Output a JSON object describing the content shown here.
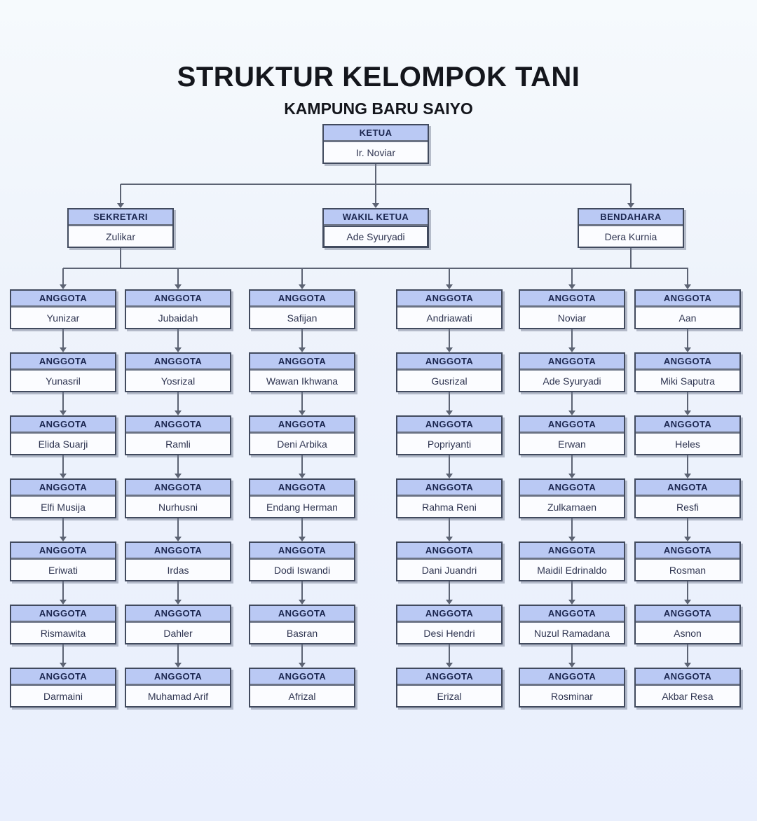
{
  "title": "STRUKTUR KELOMPOK TANI",
  "subtitle": "KAMPUNG BARU SAIYO",
  "colors": {
    "header_fill": "#bac9f4",
    "header_text": "#1c2750",
    "box_border": "#414a5e",
    "divider": "#6b7385",
    "body_fill": "#fbfcff",
    "connector": "#5c6373",
    "background_top": "#f6fafd",
    "background_bottom": "#e9effd"
  },
  "root": {
    "role": "KETUA",
    "name": "Ir. Noviar"
  },
  "level2": [
    {
      "role": "SEKRETARI",
      "name": "Zulikar"
    },
    {
      "role": "WAKIL  KETUA",
      "name": "Ade Syuryadi"
    },
    {
      "role": "BENDAHARA",
      "name": "Dera Kurnia"
    }
  ],
  "columns": [
    {
      "members": [
        {
          "role": "ANGGOTA",
          "name": "Yunizar"
        },
        {
          "role": "ANGGOTA",
          "name": "Yunasril"
        },
        {
          "role": "ANGGOTA",
          "name": "Elida Suarji"
        },
        {
          "role": "ANGGOTA",
          "name": "Elfi Musija"
        },
        {
          "role": "ANGGOTA",
          "name": "Eriwati"
        },
        {
          "role": "ANGGOTA",
          "name": "Rismawita"
        },
        {
          "role": "ANGGOTA",
          "name": "Darmaini"
        }
      ]
    },
    {
      "members": [
        {
          "role": "ANGGOTA",
          "name": "Jubaidah"
        },
        {
          "role": "ANGGOTA",
          "name": "Yosrizal"
        },
        {
          "role": "ANGGOTA",
          "name": "Ramli"
        },
        {
          "role": "ANGGOTA",
          "name": "Nurhusni"
        },
        {
          "role": "ANGGOTA",
          "name": "Irdas"
        },
        {
          "role": "ANGGOTA",
          "name": "Dahler"
        },
        {
          "role": "ANGGOTA",
          "name": "Muhamad Arif"
        }
      ]
    },
    {
      "members": [
        {
          "role": "ANGGOTA",
          "name": "Safijan"
        },
        {
          "role": "ANGGOTA",
          "name": "Wawan Ikhwana"
        },
        {
          "role": "ANGGOTA",
          "name": "Deni Arbika"
        },
        {
          "role": "ANGGOTA",
          "name": "Endang Herman"
        },
        {
          "role": "ANGGOTA",
          "name": "Dodi Iswandi"
        },
        {
          "role": "ANGGOTA",
          "name": "Basran"
        },
        {
          "role": "ANGGOTA",
          "name": "Afrizal"
        }
      ]
    },
    {
      "members": [
        {
          "role": "ANGGOTA",
          "name": "Andriawati"
        },
        {
          "role": "ANGGOTA",
          "name": "Gusrizal"
        },
        {
          "role": "ANGGOTA",
          "name": "Popriyanti"
        },
        {
          "role": "ANGGOTA",
          "name": "Rahma Reni"
        },
        {
          "role": "ANGGOTA",
          "name": "Dani Juandri"
        },
        {
          "role": "ANGGOTA",
          "name": "Desi Hendri"
        },
        {
          "role": "ANGGOTA",
          "name": "Erizal"
        }
      ]
    },
    {
      "members": [
        {
          "role": "ANGGOTA",
          "name": "Noviar"
        },
        {
          "role": "ANGGOTA",
          "name": "Ade Syuryadi"
        },
        {
          "role": "ANGGOTA",
          "name": "Erwan"
        },
        {
          "role": "ANGGOTA",
          "name": "Zulkarnaen"
        },
        {
          "role": "ANGGOTA",
          "name": "Maidil Edrinaldo"
        },
        {
          "role": "ANGGOTA",
          "name": "Nuzul Ramadana"
        },
        {
          "role": "ANGGOTA",
          "name": "Rosminar"
        }
      ]
    },
    {
      "members": [
        {
          "role": "ANGGOTA",
          "name": "Aan"
        },
        {
          "role": "ANGGOTA",
          "name": "Miki Saputra"
        },
        {
          "role": "ANGGOTA",
          "name": "Heles"
        },
        {
          "role": "ANGOTA",
          "name": "Resfi"
        },
        {
          "role": "ANGGOTA",
          "name": "Rosman"
        },
        {
          "role": "ANGGOTA",
          "name": "Asnon"
        },
        {
          "role": "ANGGOTA",
          "name": "Akbar Resa"
        }
      ]
    }
  ]
}
